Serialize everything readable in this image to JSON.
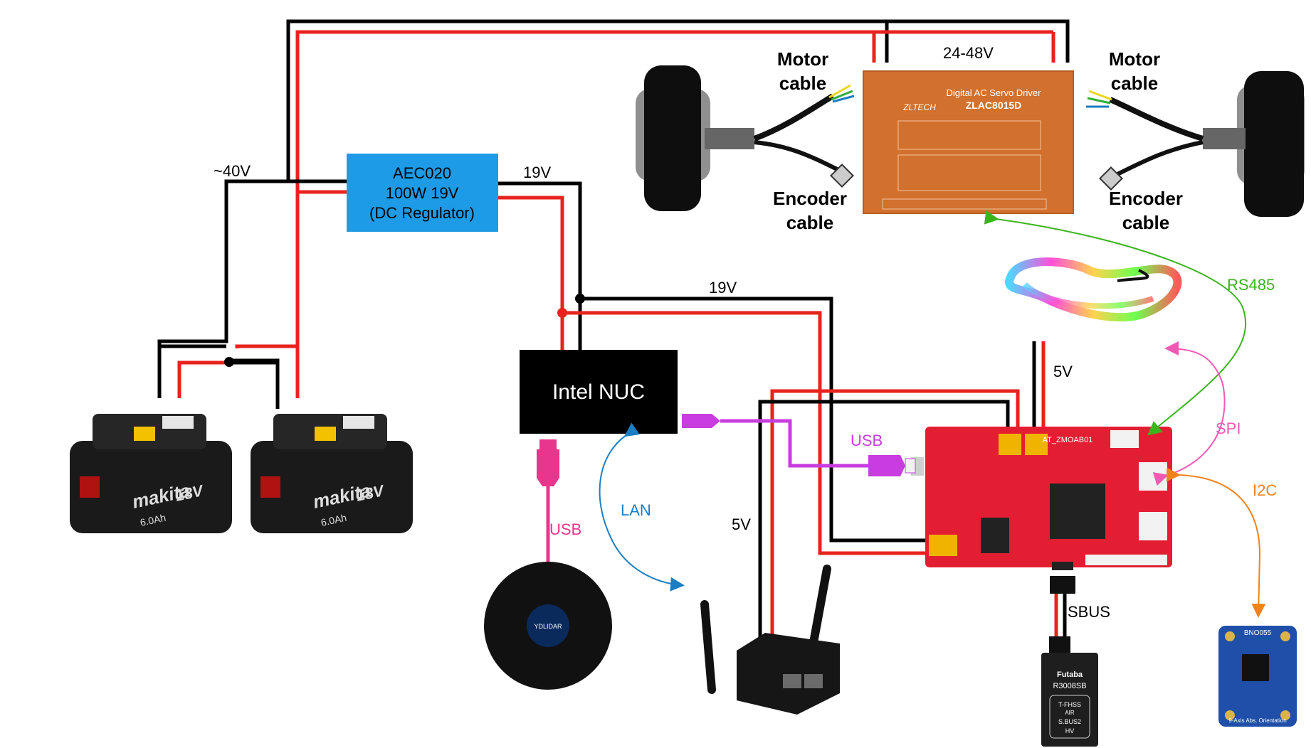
{
  "voltages": {
    "v40": "~40V",
    "v19_reg": "19V",
    "v19_nuc": "19V",
    "v24_48": "24-48V",
    "v5_led": "5V",
    "v5_router": "5V"
  },
  "components": {
    "regulator": {
      "line1": "AEC020",
      "line2": "100W 19V",
      "line3": "(DC Regulator)"
    },
    "nuc": "Intel NUC",
    "servo_driver": {
      "line1": "Digital AC Servo Driver",
      "line2": "ZLAC8015D",
      "brand": "ZLTECH"
    },
    "board_name": "AT_ZMOAB01",
    "battery_brand": "makita",
    "battery_rating": "18V",
    "battery_capacity": "6.0Ah",
    "lidar_brand": "YDLIDAR",
    "receiver": {
      "brand": "Futaba",
      "model": "R3008SB",
      "tag1": "T-FHSS",
      "tag2": "AIR",
      "tag3": "S.BUS2",
      "tag4": "HV"
    },
    "imu": {
      "name": "BNO055",
      "desc": "9-Axis Abs. Orientation"
    }
  },
  "labels": {
    "motor_cable_left": [
      "Motor",
      "cable"
    ],
    "motor_cable_right": [
      "Motor",
      "cable"
    ],
    "encoder_cable_left": [
      "Encoder",
      "cable"
    ],
    "encoder_cable_right": [
      "Encoder",
      "cable"
    ]
  },
  "connections": {
    "rs485": "RS485",
    "spi": "SPI",
    "i2c": "I2C",
    "usb_lidar": "USB",
    "usb_board": "USB",
    "lan": "LAN",
    "sbus": "SBUS"
  },
  "colors": {
    "power_positive": "#e8231e",
    "ground": "#000000",
    "regulator_box": "#1e9be6",
    "usb_lidar": "#e8368c",
    "usb_board": "#c83ce0",
    "lan": "#1b7ec2",
    "rs485": "#3cb41e",
    "spi": "#f05ab4",
    "i2c": "#f0821e",
    "board": "#e41e32",
    "servo_driver": "#d2702e"
  }
}
